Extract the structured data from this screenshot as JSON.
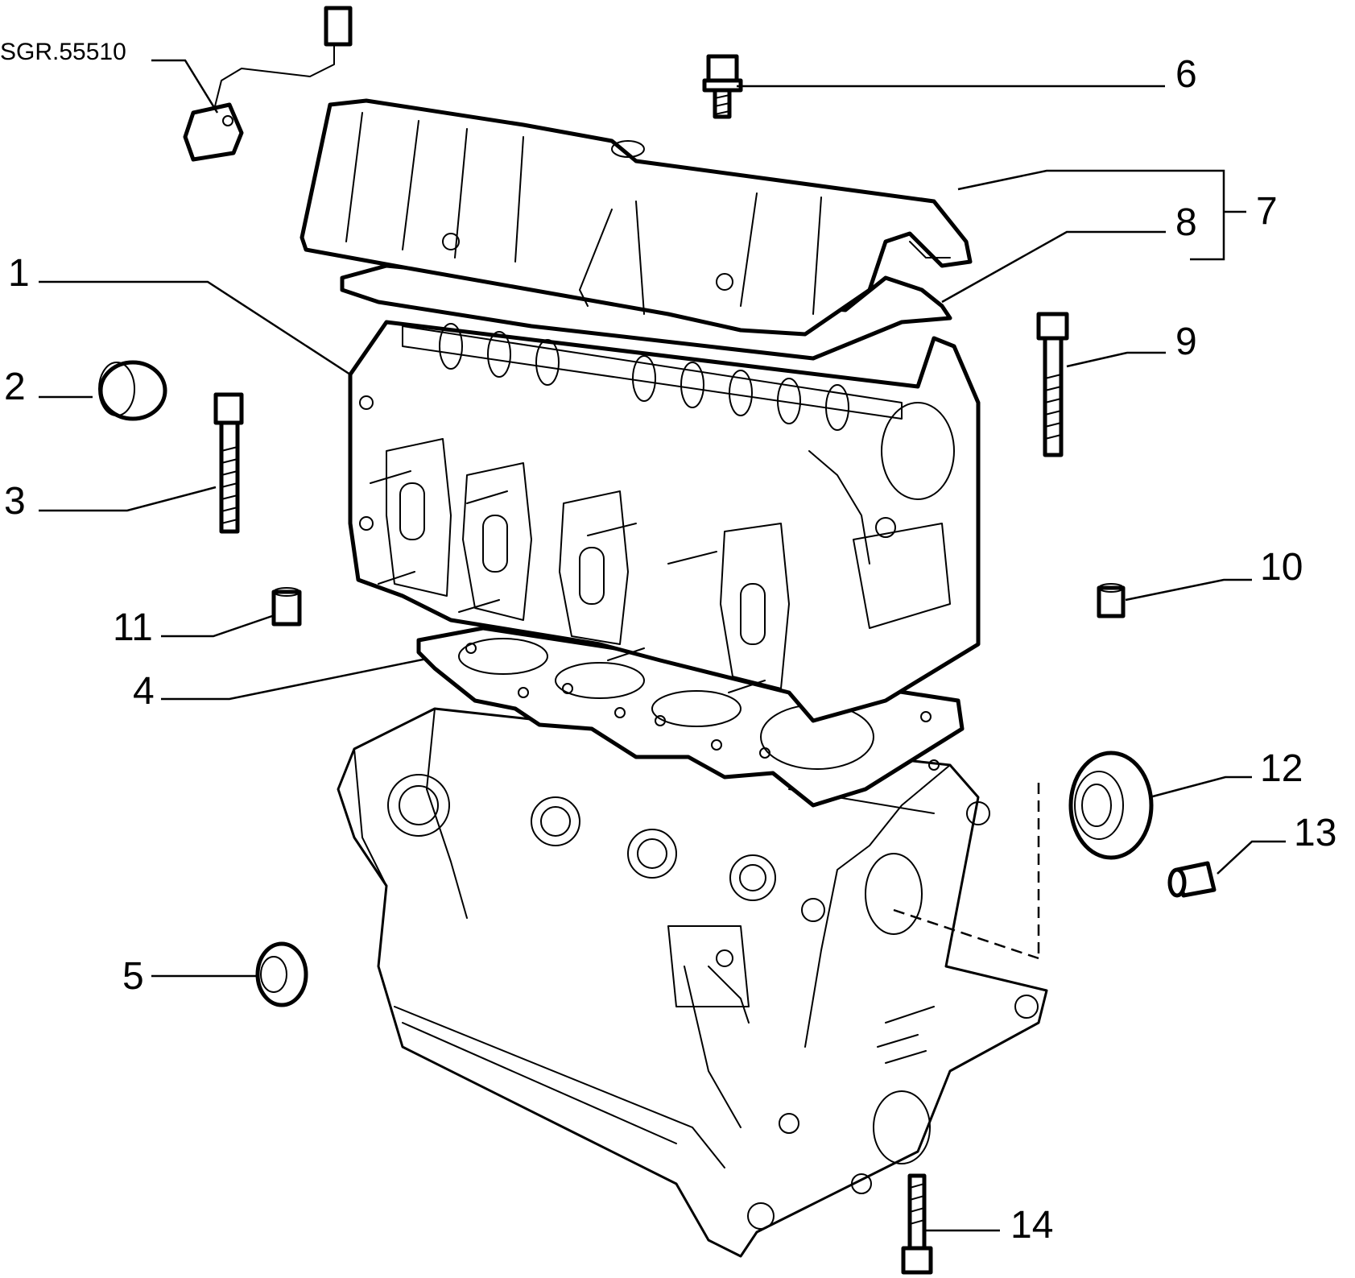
{
  "diagram": {
    "code_label": "SGR.55510",
    "callouts": [
      "1",
      "2",
      "3",
      "4",
      "5",
      "6",
      "7",
      "8",
      "9",
      "10",
      "11",
      "12",
      "13",
      "14"
    ]
  },
  "parts": [
    {
      "callout": "1",
      "icon": "cylinder-head-icon"
    },
    {
      "callout": "2",
      "icon": "tappet-cup-icon"
    },
    {
      "callout": "3",
      "icon": "head-bolt-icon"
    },
    {
      "callout": "4",
      "icon": "head-gasket-icon"
    },
    {
      "callout": "5",
      "icon": "oil-seal-icon"
    },
    {
      "callout": "6",
      "icon": "cover-screw-icon"
    },
    {
      "callout": "7",
      "icon": "rocker-cover-icon"
    },
    {
      "callout": "8",
      "icon": "cover-gasket-icon"
    },
    {
      "callout": "9",
      "icon": "bolt-icon"
    },
    {
      "callout": "10",
      "icon": "dowel-bush-icon"
    },
    {
      "callout": "11",
      "icon": "dowel-bush-icon"
    },
    {
      "callout": "12",
      "icon": "crankshaft-seal-icon"
    },
    {
      "callout": "13",
      "icon": "plug-icon"
    },
    {
      "callout": "14",
      "icon": "bolt-icon"
    }
  ],
  "colors": {
    "line": "#000000",
    "background": "#ffffff"
  }
}
